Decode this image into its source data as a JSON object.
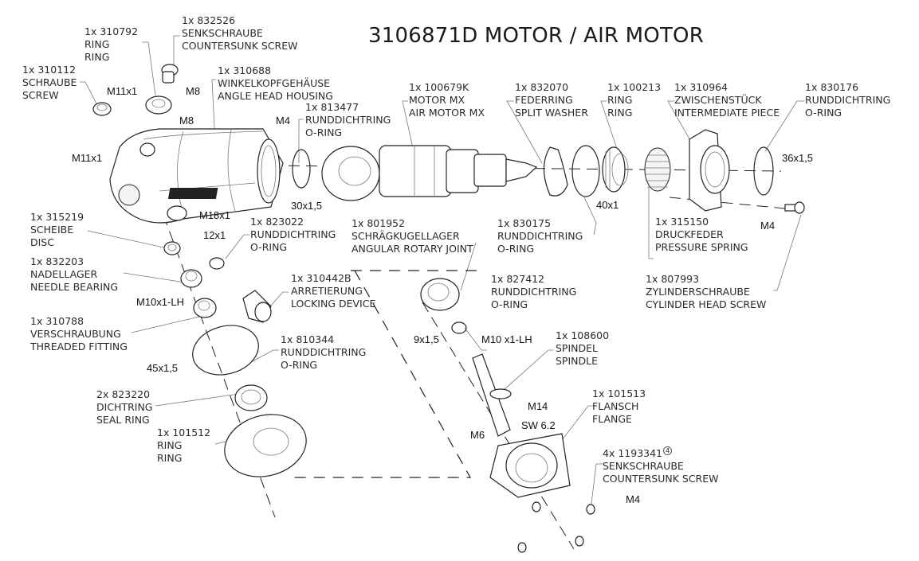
{
  "title": "3106871D MOTOR / AIR MOTOR",
  "parts": [
    {
      "id": "p310112",
      "qty": "1x",
      "number": "310112",
      "de": "SCHRAUBE",
      "en": "SCREW"
    },
    {
      "id": "p310792",
      "qty": "1x",
      "number": "310792",
      "de": "RING",
      "en": "RING"
    },
    {
      "id": "p832526",
      "qty": "1x",
      "number": "832526",
      "de": "SENKSCHRAUBE",
      "en": "COUNTERSUNK SCREW"
    },
    {
      "id": "p310688",
      "qty": "1x",
      "number": "310688",
      "de": "WINKELKOPFGEHÄUSE",
      "en": "ANGLE HEAD HOUSING"
    },
    {
      "id": "p813477",
      "qty": "1x",
      "number": "813477",
      "de": "RUNDDICHTRING",
      "en": "O-RING"
    },
    {
      "id": "p100679K",
      "qty": "1x",
      "number": "100679K",
      "de": "MOTOR MX",
      "en": "AIR MOTOR MX"
    },
    {
      "id": "p832070",
      "qty": "1x",
      "number": "832070",
      "de": "FEDERRING",
      "en": "SPLIT WASHER"
    },
    {
      "id": "p100213",
      "qty": "1x",
      "number": "100213",
      "de": "RING",
      "en": "RING"
    },
    {
      "id": "p310964",
      "qty": "1x",
      "number": "310964",
      "de": "ZWISCHENSTÜCK",
      "en": "INTERMEDIATE PIECE"
    },
    {
      "id": "p830176",
      "qty": "1x",
      "number": "830176",
      "de": "RUNDDICHTRING",
      "en": "O-RING"
    },
    {
      "id": "p315219",
      "qty": "1x",
      "number": "315219",
      "de": "SCHEIBE",
      "en": "DISC"
    },
    {
      "id": "p823022",
      "qty": "1x",
      "number": "823022",
      "de": "RUNDDICHTRING",
      "en": "O-RING"
    },
    {
      "id": "p801952",
      "qty": "1x",
      "number": "801952",
      "de": "SCHRÄGKUGELLAGER",
      "en": "ANGULAR ROTARY JOINT"
    },
    {
      "id": "p830175",
      "qty": "1x",
      "number": "830175",
      "de": "RUNDDICHTRING",
      "en": "O-RING"
    },
    {
      "id": "p315150",
      "qty": "1x",
      "number": "315150",
      "de": "DRUCKFEDER",
      "en": "PRESSURE SPRING"
    },
    {
      "id": "p832203",
      "qty": "1x",
      "number": "832203",
      "de": "NADELLAGER",
      "en": "NEEDLE BEARING"
    },
    {
      "id": "p310442B",
      "qty": "1x",
      "number": "310442B",
      "de": "ARRETIERUNG",
      "en": "LOCKING DEVICE"
    },
    {
      "id": "p827412",
      "qty": "1x",
      "number": "827412",
      "de": "RUNDDICHTRING",
      "en": "O-RING"
    },
    {
      "id": "p807993",
      "qty": "1x",
      "number": "807993",
      "de": "ZYLINDERSCHRAUBE",
      "en": "CYLINDER HEAD SCREW"
    },
    {
      "id": "p310788",
      "qty": "1x",
      "number": "310788",
      "de": "VERSCHRAUBUNG",
      "en": "THREADED FITTING"
    },
    {
      "id": "p810344",
      "qty": "1x",
      "number": "810344",
      "de": "RUNDDICHTRING",
      "en": "O-RING"
    },
    {
      "id": "p108600",
      "qty": "1x",
      "number": "108600",
      "de": "SPINDEL",
      "en": "SPINDLE"
    },
    {
      "id": "p823220",
      "qty": "2x",
      "number": "823220",
      "de": "DICHTRING",
      "en": "SEAL RING"
    },
    {
      "id": "p101513",
      "qty": "1x",
      "number": "101513",
      "de": "FLANSCH",
      "en": "FLANGE"
    },
    {
      "id": "p101512",
      "qty": "1x",
      "number": "101512",
      "de": "RING",
      "en": "RING"
    },
    {
      "id": "p1193341",
      "qty": "4x",
      "number": "1193341",
      "de": "SENKSCHRAUBE",
      "en": "COUNTERSUNK SCREW",
      "note": "4"
    }
  ],
  "dimensions": {
    "m11x1_a": "M11x1",
    "m8_a": "M8",
    "m8_b": "M8",
    "m4_a": "M4",
    "m11x1_b": "M11x1",
    "m18x1": "M18x1",
    "d30x1_5": "30x1,5",
    "d40x1": "40x1",
    "d36x1_5": "36x1,5",
    "m4_b": "M4",
    "d12x1": "12x1",
    "m10x1_lh": "M10x1-LH",
    "d45x1_5": "45x1,5",
    "d9x1_5": "9x1,5",
    "m10_x1_lh": "M10 x1-LH",
    "m14": "M14",
    "sw6_2": "SW 6.2",
    "m6": "M6",
    "m4_c": "M4"
  }
}
